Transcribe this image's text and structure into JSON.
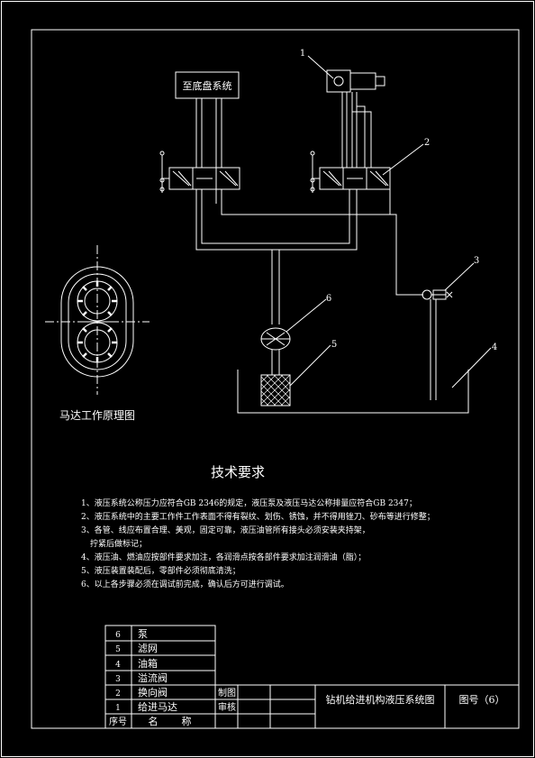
{
  "diagram": {
    "box_label": "至底盘系统",
    "callouts": [
      "1",
      "2",
      "3",
      "4",
      "5",
      "6"
    ],
    "motor_caption": "马达工作原理图"
  },
  "requirements": {
    "heading": "技术要求",
    "items": [
      "1、液压系统公称压力应符合GB 2346的规定，液压泵及液压马达公称排量应符合GB 2347；",
      "2、液压系统中的主要工作件工作表面不得有裂纹、划伤、锈蚀，并不得用锉刀、砂布等进行修整；",
      "3、各管、线应布置合理、美观，固定可靠，液压油管所有接头必须安装夹持架，",
      "拧紧后做标记；",
      "4、液压油、燃油应按部件要求加注，各润滑点按各部件要求加注润滑油（脂）；",
      "5、液压装置装配后，零部件必须彻底清洗；",
      "6、以上各步骤必须在调试前完成，确认后方可进行调试。"
    ]
  },
  "title_block": {
    "parts": [
      {
        "no": "6",
        "name": "泵"
      },
      {
        "no": "5",
        "name": "滤网"
      },
      {
        "no": "4",
        "name": "油箱"
      },
      {
        "no": "3",
        "name": "溢流阀"
      },
      {
        "no": "2",
        "name": "换向阀"
      },
      {
        "no": "1",
        "name": "给进马达"
      }
    ],
    "header_no": "序号",
    "header_name_1": "名",
    "header_name_2": "称",
    "draw_label": "制图",
    "check_label": "审核",
    "drawing_title": "钻机给进机构液压系统图",
    "drawing_number": "图号（6）"
  }
}
